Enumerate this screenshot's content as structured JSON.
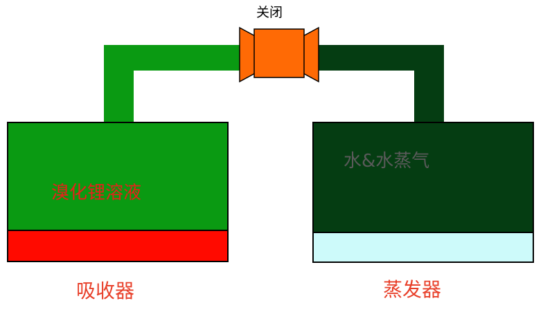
{
  "valve": {
    "state_label": "关闭"
  },
  "absorber": {
    "liquid_label": "溴化锂溶液",
    "name": "吸收器",
    "colors": {
      "body": "#0a9a12",
      "bottom": "#ff0a00"
    }
  },
  "evaporator": {
    "content_label": "水&水蒸气",
    "name": "蒸发器",
    "colors": {
      "body": "#053d12",
      "bottom": "#cdfafa"
    }
  },
  "valve_colors": {
    "body": "#ff6a05",
    "outline": "#000000"
  }
}
